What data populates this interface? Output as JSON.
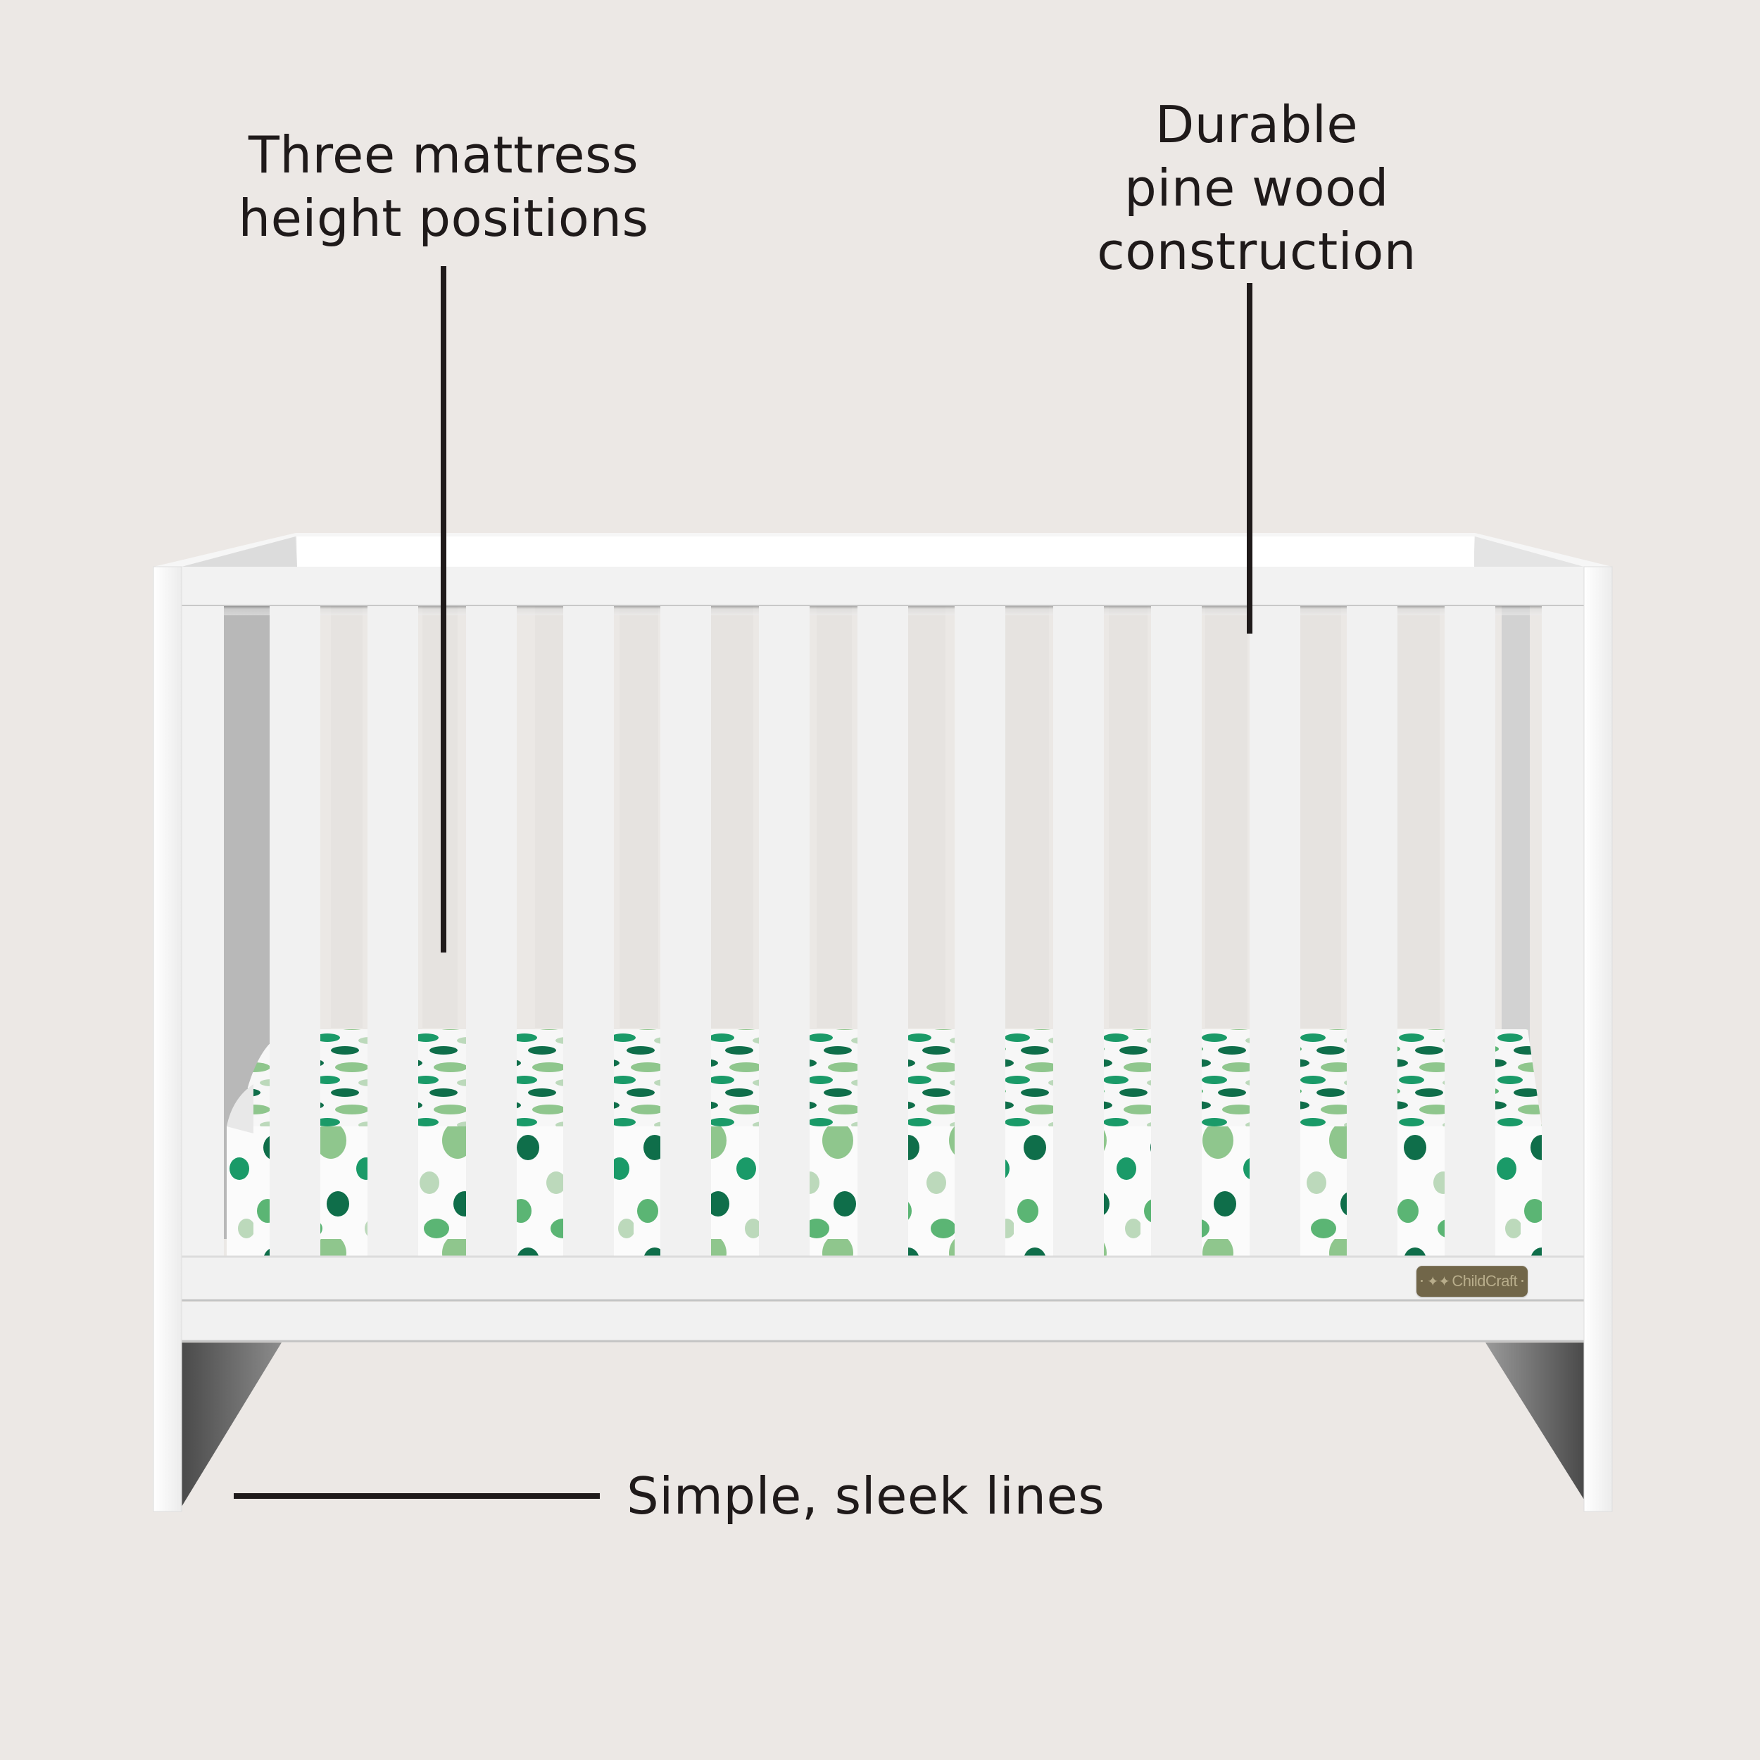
{
  "callouts": {
    "mattress_heights": {
      "lines": [
        "Three mattress",
        "height positions"
      ]
    },
    "pine_wood": {
      "lines": [
        "Durable",
        "pine wood",
        "construction"
      ]
    },
    "sleek_lines": {
      "text": "Simple, sleek lines"
    }
  },
  "product": {
    "type": "crib",
    "color": "white",
    "badge": {
      "brand": "ChildCraft",
      "icon": "two-children-figures-icon"
    },
    "sheet_pattern": "green polka dots"
  },
  "colors": {
    "background": "#ece8e5",
    "text": "#1f1a1a",
    "crib_white": "#f3f3f3",
    "badge_bronze": "#716649",
    "dot_dark_green": "#0f6e4a",
    "dot_green": "#1a9a68",
    "dot_mid_green": "#5bb574",
    "dot_light_green": "#8fc68d",
    "dot_pale_green": "#bcd9bb"
  }
}
